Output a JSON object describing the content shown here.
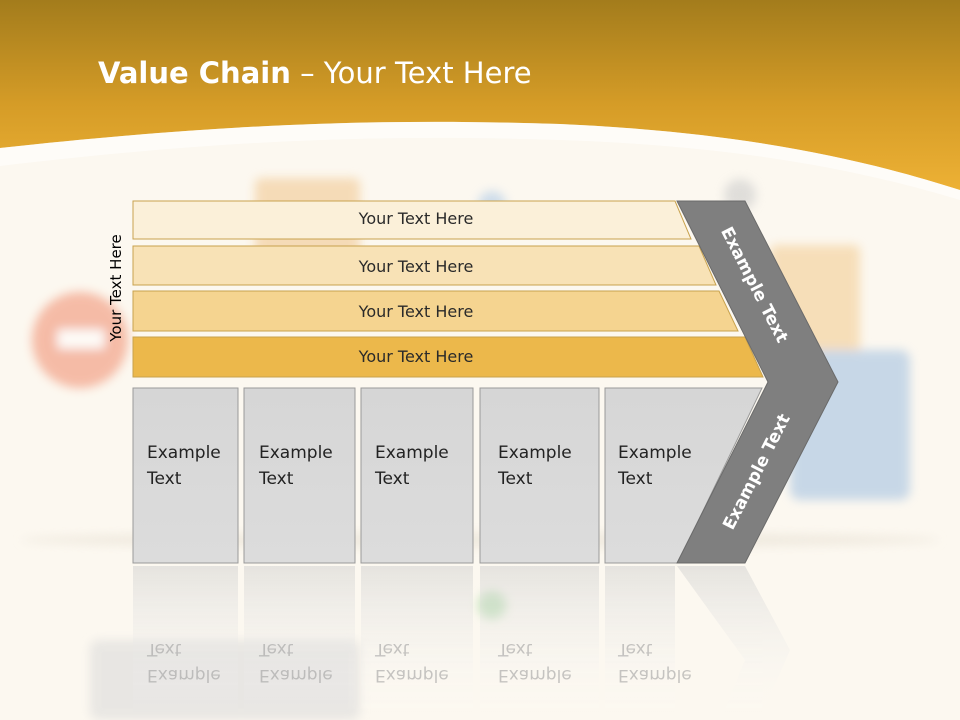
{
  "slide": {
    "title_bold": "Value Chain",
    "title_rest": " – Your Text Here",
    "vertical_label": "Your Text Here"
  },
  "support_activities": [
    "Your Text Here",
    "Your Text Here",
    "Your Text Here",
    "Your Text Here"
  ],
  "primary_activities": [
    [
      "Example",
      "Text"
    ],
    [
      "Example",
      "Text"
    ],
    [
      "Example",
      "Text"
    ],
    [
      "Example",
      "Text"
    ],
    [
      "Example",
      "Text"
    ]
  ],
  "chevron": {
    "upper_label": "Example Text",
    "lower_label": "Example Text"
  },
  "colors": {
    "header_top": "#a8821e",
    "header_bottom": "#e8ac2e",
    "band_1": "#fbf0d8",
    "band_2": "#f8e2b4",
    "band_3": "#f5d48f",
    "band_4": "#ecb84a",
    "box_fill": "#d9d9d9",
    "chevron_fill": "#7f7f7f"
  }
}
